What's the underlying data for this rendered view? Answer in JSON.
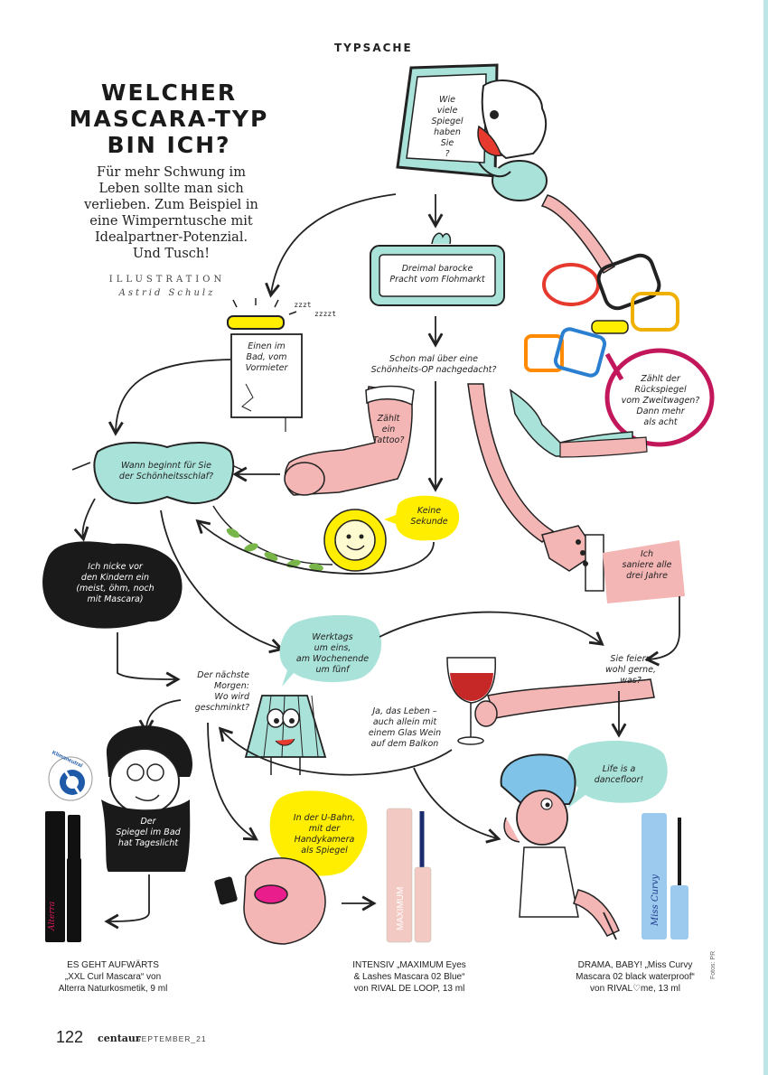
{
  "section": "TYPSACHE",
  "headline": [
    "WELCHER",
    "MASCARA-TYP",
    "BIN ICH?"
  ],
  "intro": [
    "Für mehr Schwung im",
    "Leben sollte man sich",
    "verlieben. Zum Beispiel in",
    "eine Wimperntusche mit",
    "Idealpartner-Potenzial.",
    "Und Tusch!"
  ],
  "illustration_label": "ILLUSTRATION",
  "illustrator": "Astrid Schulz",
  "colors": {
    "mint": "#a9e2d9",
    "pink": "#f4b5b5",
    "yellow": "#ffee00",
    "black": "#1a1a1a",
    "blue": "#7fc4e8",
    "magenta": "#c2185b"
  },
  "flow": {
    "mirror": [
      "Wie",
      "viele",
      "Spiegel",
      "haben",
      "Sie",
      "?"
    ],
    "frame": [
      "Dreimal barocke",
      "Pracht vom Flohmarkt"
    ],
    "sign": [
      "Einen im",
      "Bad, vom",
      "Vormieter"
    ],
    "zzzt_1": "zzzt",
    "zzzt_2": "zzzzt",
    "surgery": [
      "Schon mal über eine",
      "Schönheits-OP nachgedacht?"
    ],
    "rearview": [
      "Zählt der",
      "Rückspiegel",
      "vom Zweitwagen?",
      "Dann mehr",
      "als acht"
    ],
    "tattoo": [
      "Zählt",
      "ein",
      "Tattoo?"
    ],
    "sleep_mask": [
      "Wann beginnt für Sie",
      "der Schönheitsschlaf?"
    ],
    "keine_sekunde": [
      "Keine",
      "Sekunde"
    ],
    "renovate": [
      "Ich",
      "saniere alle",
      "drei Jahre"
    ],
    "nod": [
      "Ich nicke vor",
      "den Kindern ein",
      "(meist, öhm, noch",
      "mit Mascara)"
    ],
    "weekdays": [
      "Werktags",
      "um eins,",
      "am Wochenende",
      "um fünf"
    ],
    "party": [
      "Sie feiern",
      "wohl gerne,",
      "was?"
    ],
    "next_morning": [
      "Der nächste",
      "Morgen:",
      "Wo wird",
      "geschminkt?"
    ],
    "balcony": [
      "Ja, das Leben –",
      "auch allein mit",
      "einem Glas Wein",
      "auf dem Balkon"
    ],
    "dancefloor": [
      "Life is a",
      "dancefloor!"
    ],
    "daylight": [
      "Der",
      "Spiegel im Bad",
      "hat Tageslicht"
    ],
    "subway": [
      "In der U-Bahn,",
      "mit der",
      "Handykamera",
      "als Spiegel"
    ]
  },
  "products": [
    {
      "lines": [
        "ES GEHT AUFWÄRTS",
        "„XXL Curl Mascara“ von",
        "Alterra Naturkosmetik, 9 ml"
      ],
      "brand_print": "Alterra"
    },
    {
      "lines": [
        "INTENSIV „MAXIMUM Eyes",
        "& Lashes Mascara 02 Blue“",
        "von RIVAL DE LOOP, 13 ml"
      ],
      "brand_print": "MAXIMUM"
    },
    {
      "lines": [
        "DRAMA, BABY! „Miss Curvy",
        "Mascara 02 black waterproof“",
        "von RIVAL♡me, 13 ml"
      ],
      "brand_print": "Miss Curvy"
    }
  ],
  "badge": "Klimaneutral",
  "footer": {
    "page": "122",
    "brand": "centaur",
    "issue": "SEPTEMBER_21"
  },
  "credit": "Fotos: PR"
}
